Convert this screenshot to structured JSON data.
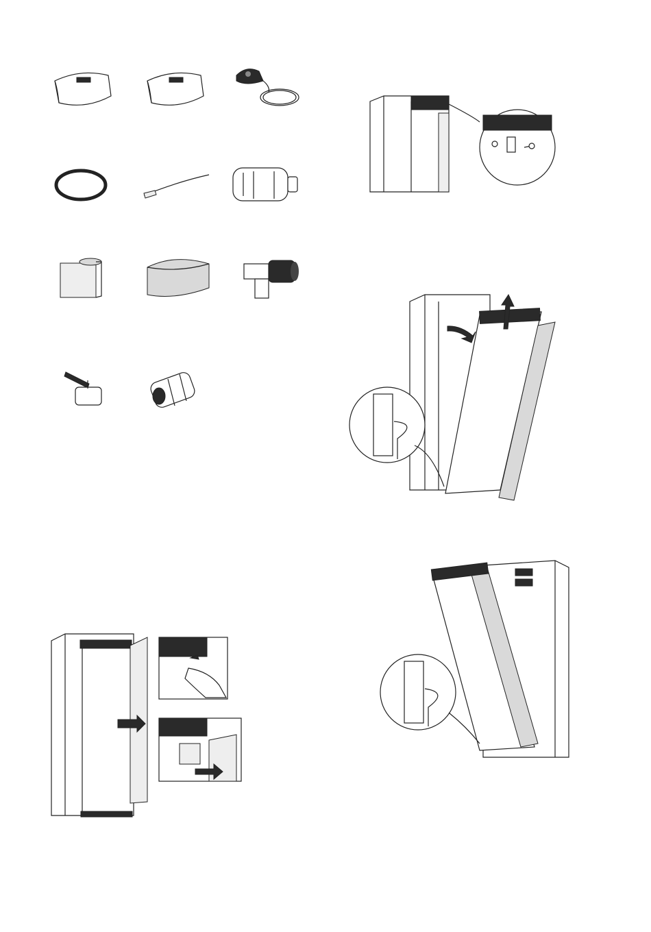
{
  "colors": {
    "line": "#222222",
    "panel_dark": "#2a2a2a",
    "panel_grey": "#d9d9d9",
    "background": "#ffffff"
  },
  "figures": [
    {
      "id": "accessories",
      "icon": "parts-kit-icon"
    },
    {
      "id": "remove-top-screw",
      "icon": "screw-removal-icon"
    },
    {
      "id": "lift-front-panel",
      "icon": "lift-panel-icon"
    },
    {
      "id": "open-side-panel",
      "icon": "open-panel-icon"
    },
    {
      "id": "refit-front-panel",
      "icon": "refit-panel-icon"
    }
  ]
}
